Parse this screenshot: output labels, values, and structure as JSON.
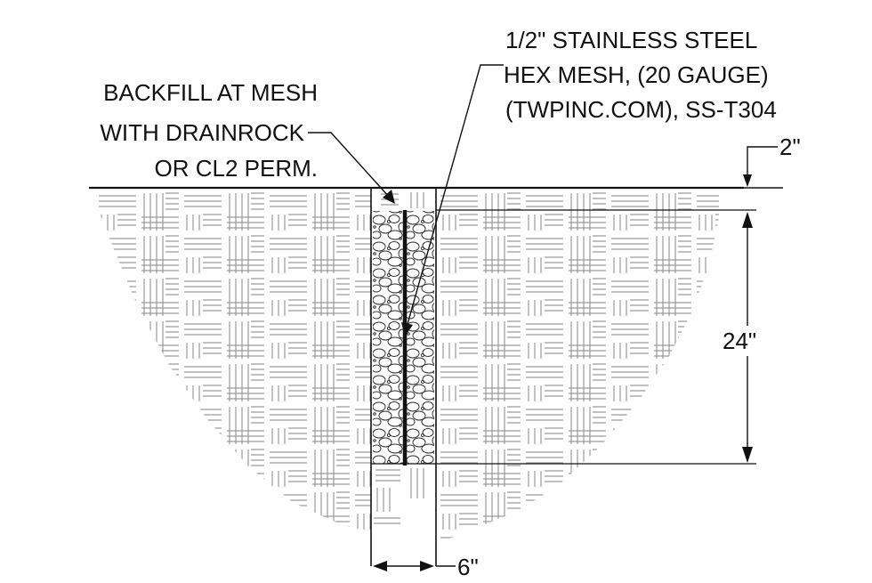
{
  "colors": {
    "ink": "#111111",
    "hatch": "#9a9a9a",
    "paper": "#ffffff"
  },
  "labels": {
    "backfill": {
      "line1": "BACKFILL AT MESH",
      "line2": "WITH DRAINROCK",
      "line3": "OR CL2 PERM."
    },
    "mesh": {
      "line1": "1/2\" STAINLESS STEEL",
      "line2": "HEX MESH, (20 GAUGE)",
      "line3": "(TWPINC.COM), SS-T304"
    }
  },
  "dimensions": {
    "cover": "2\"",
    "depth": "24\"",
    "width": "6\""
  }
}
